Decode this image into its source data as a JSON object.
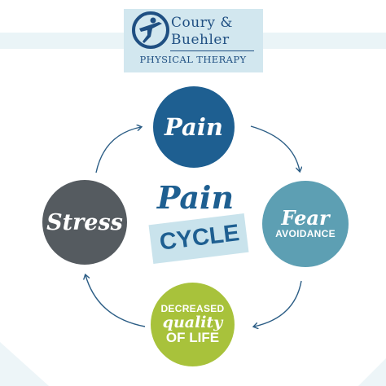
{
  "logo": {
    "line1": "Coury &",
    "line2": "Buehler",
    "line3": "PHYSICAL THERAPY"
  },
  "diagram": {
    "center_title": "Pain",
    "center_subtitle": "CYCLE",
    "nodes": [
      {
        "id": "pain",
        "text": "Pain",
        "color": "#1e5f91"
      },
      {
        "id": "fear",
        "text": "Fear",
        "subtext": "AVOIDANCE",
        "color": "#5d9fb3"
      },
      {
        "id": "qol",
        "line1": "DECREASED",
        "line2": "quality",
        "line3": "OF LIFE",
        "color": "#a8c23b"
      },
      {
        "id": "stress",
        "text": "Stress",
        "color": "#555b60"
      }
    ],
    "arrow_color": "#2b5d85"
  },
  "colors": {
    "logo_background": "#d2e7ef",
    "brand_navy": "#1f4f82",
    "cycle_highlight": "#c9e3ec"
  }
}
